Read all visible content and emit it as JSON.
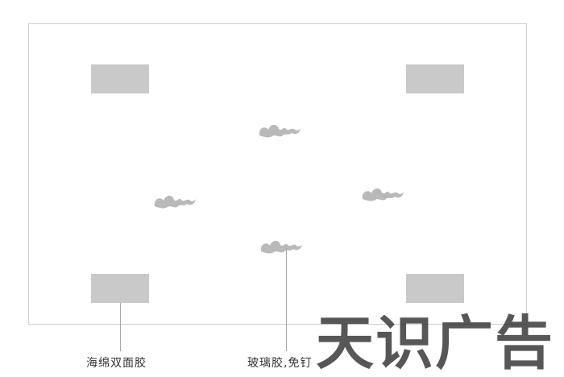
{
  "diagram": {
    "labels": {
      "sponge_tape": "海绵双面胶",
      "glass_glue": "玻璃胶,免钉"
    },
    "watermark": "天识广告",
    "colors": {
      "frame": "#cfcfcf",
      "tape_pad": "#c9c9c9",
      "glue": "#b9b9b9",
      "leader": "#a9a9a9"
    }
  }
}
